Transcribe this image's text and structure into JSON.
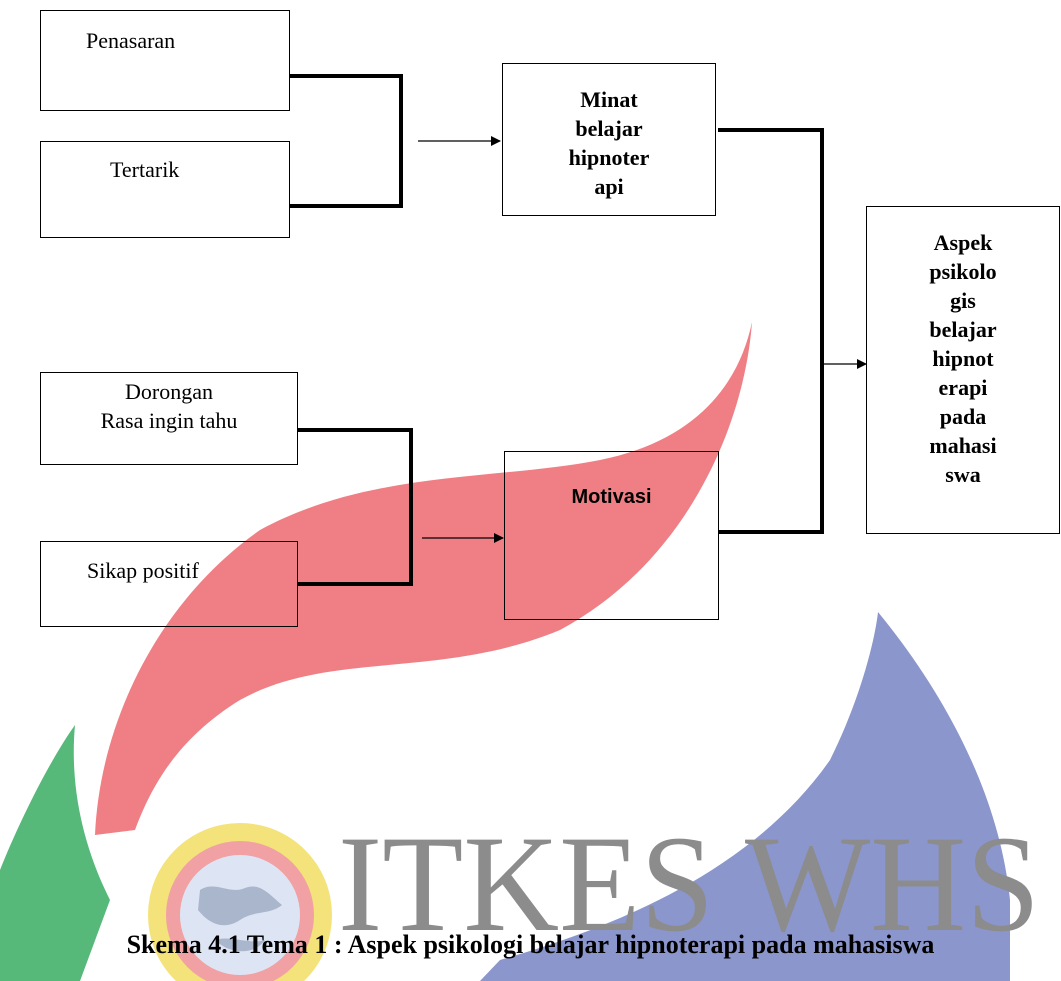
{
  "diagram": {
    "nodes": {
      "penasaran": "Penasaran",
      "tertarik": "Tertarik",
      "minat": "Minat\nbelajar\nhipnoter\napi",
      "dorongan": "Dorongan\nRasa ingin tahu",
      "sikap": "Sikap positif",
      "motivasi": "Motivasi",
      "aspek": "Aspek\npsikolo\ngis\nbelajar\nhipnot\nerapi\npada\nmahasi\nswa"
    },
    "edges": [
      {
        "from": [
          "penasaran",
          "tertarik"
        ],
        "to": "minat"
      },
      {
        "from": [
          "dorongan",
          "sikap"
        ],
        "to": "motivasi"
      },
      {
        "from": [
          "minat",
          "motivasi"
        ],
        "to": "aspek"
      }
    ],
    "caption": "Skema 4.1 Tema 1 : Aspek psikologi belajar hipnoterapi pada mahasiswa"
  },
  "watermark": {
    "text": "ITKES WHS",
    "colors": {
      "red": "#ef7f84",
      "blue": "#8b96cc",
      "green": "#56b97a",
      "yellow": "#f4e27a",
      "gray": "#8c8c8c"
    }
  }
}
